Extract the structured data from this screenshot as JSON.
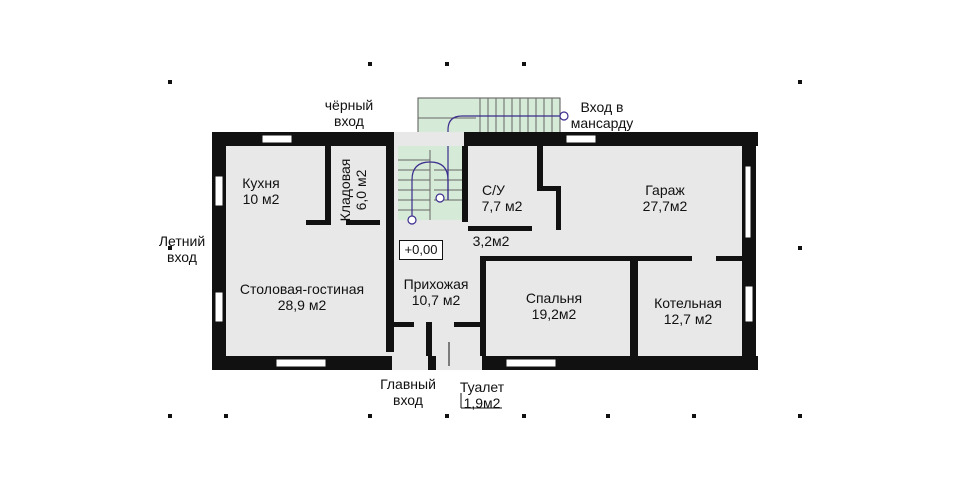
{
  "plan": {
    "level_mark": "+0,00",
    "rooms": {
      "kitchen": {
        "name": "Кухня",
        "area": "10 м2"
      },
      "pantry": {
        "name": "Кладовая",
        "area": "6,0 м2"
      },
      "bathroom": {
        "name": "С/У",
        "area": "7,7 м2"
      },
      "garage": {
        "name": "Гараж",
        "area": "27,7м2"
      },
      "corridor": {
        "area": "3,2м2"
      },
      "living_dining": {
        "name": "Столовая-гостиная",
        "area": "28,9 м2"
      },
      "hall": {
        "name": "Прихожая",
        "area": "10,7 м2"
      },
      "bedroom": {
        "name": "Спальня",
        "area": "19,2м2"
      },
      "boiler": {
        "name": "Котельная",
        "area": "12,7 м2"
      },
      "toilet": {
        "name": "Туалет",
        "area": "1,9м2"
      }
    },
    "entrances": {
      "back": [
        "чёрный",
        "вход"
      ],
      "attic": [
        "Вход  в",
        "мансарду"
      ],
      "summer": [
        "Летний",
        "вход"
      ],
      "main": [
        "Главный",
        "вход"
      ]
    },
    "colors": {
      "wall": "#111111",
      "floor": "#e8e8e8",
      "stair": "#d6ead8",
      "window": "#ffffff",
      "path": "#3a2c8c"
    }
  }
}
